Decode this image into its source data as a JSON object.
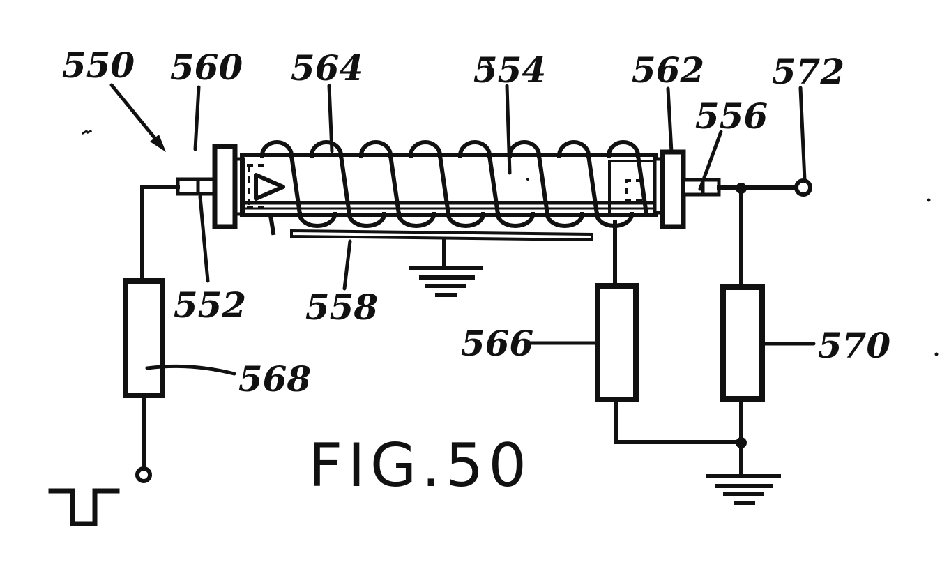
{
  "figure_label": "FIG.50",
  "labels": {
    "550": "550",
    "552": "552",
    "554": "554",
    "556": "556",
    "558": "558",
    "560": "560",
    "562": "562",
    "564": "564",
    "566": "566",
    "568": "568",
    "570": "570",
    "572": "572"
  },
  "colors": {
    "ink": "#111111",
    "paper": "#ffffff"
  }
}
